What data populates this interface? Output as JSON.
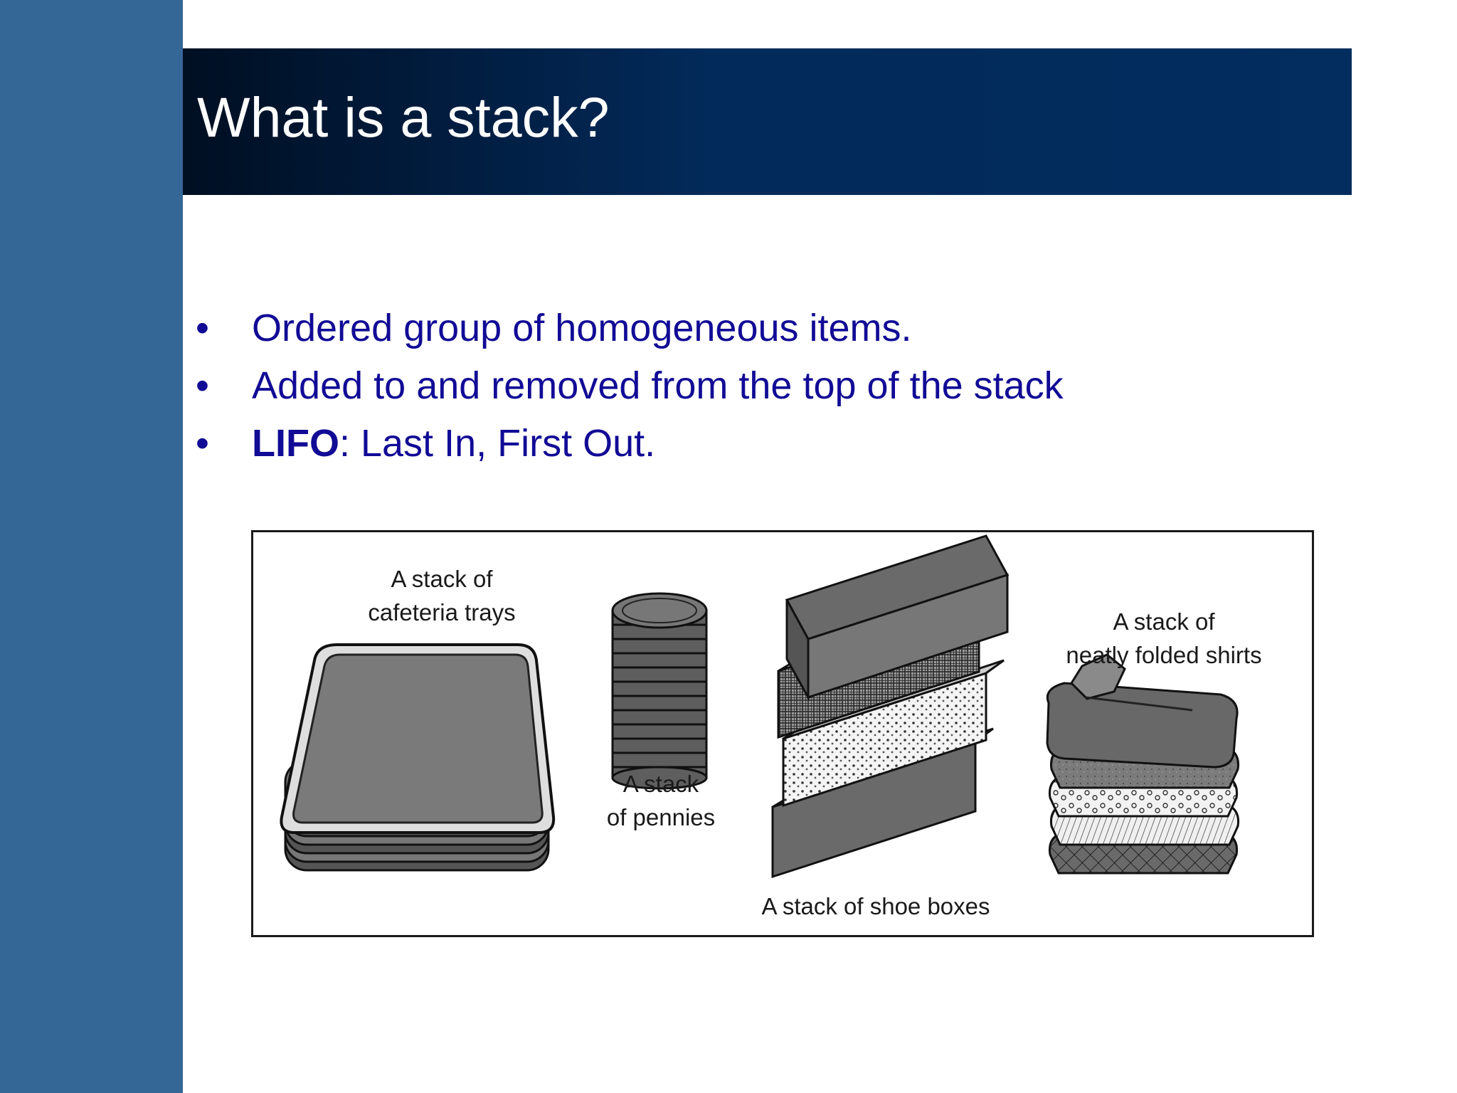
{
  "slide": {
    "title": "What is a stack?",
    "bullets": [
      {
        "marker": "•",
        "text": "Ordered group of homogeneous items."
      },
      {
        "marker": "•",
        "text": "Added to and removed from the top of the stack"
      },
      {
        "marker": "•",
        "bold": "LIFO",
        "text": ": Last In, First Out."
      }
    ]
  },
  "illustration": {
    "labels": {
      "trays": "A stack of\ncafeteria trays",
      "pennies": "A stack\nof pennies",
      "shoe_boxes": "A stack of shoe boxes",
      "shirts": "A stack of\nneatly folded shirts"
    }
  },
  "colors": {
    "left_bar": "#346696",
    "title_bar_dark": "#000f22",
    "title_bar": "#022d5e",
    "bullet_text": "#110b96"
  }
}
